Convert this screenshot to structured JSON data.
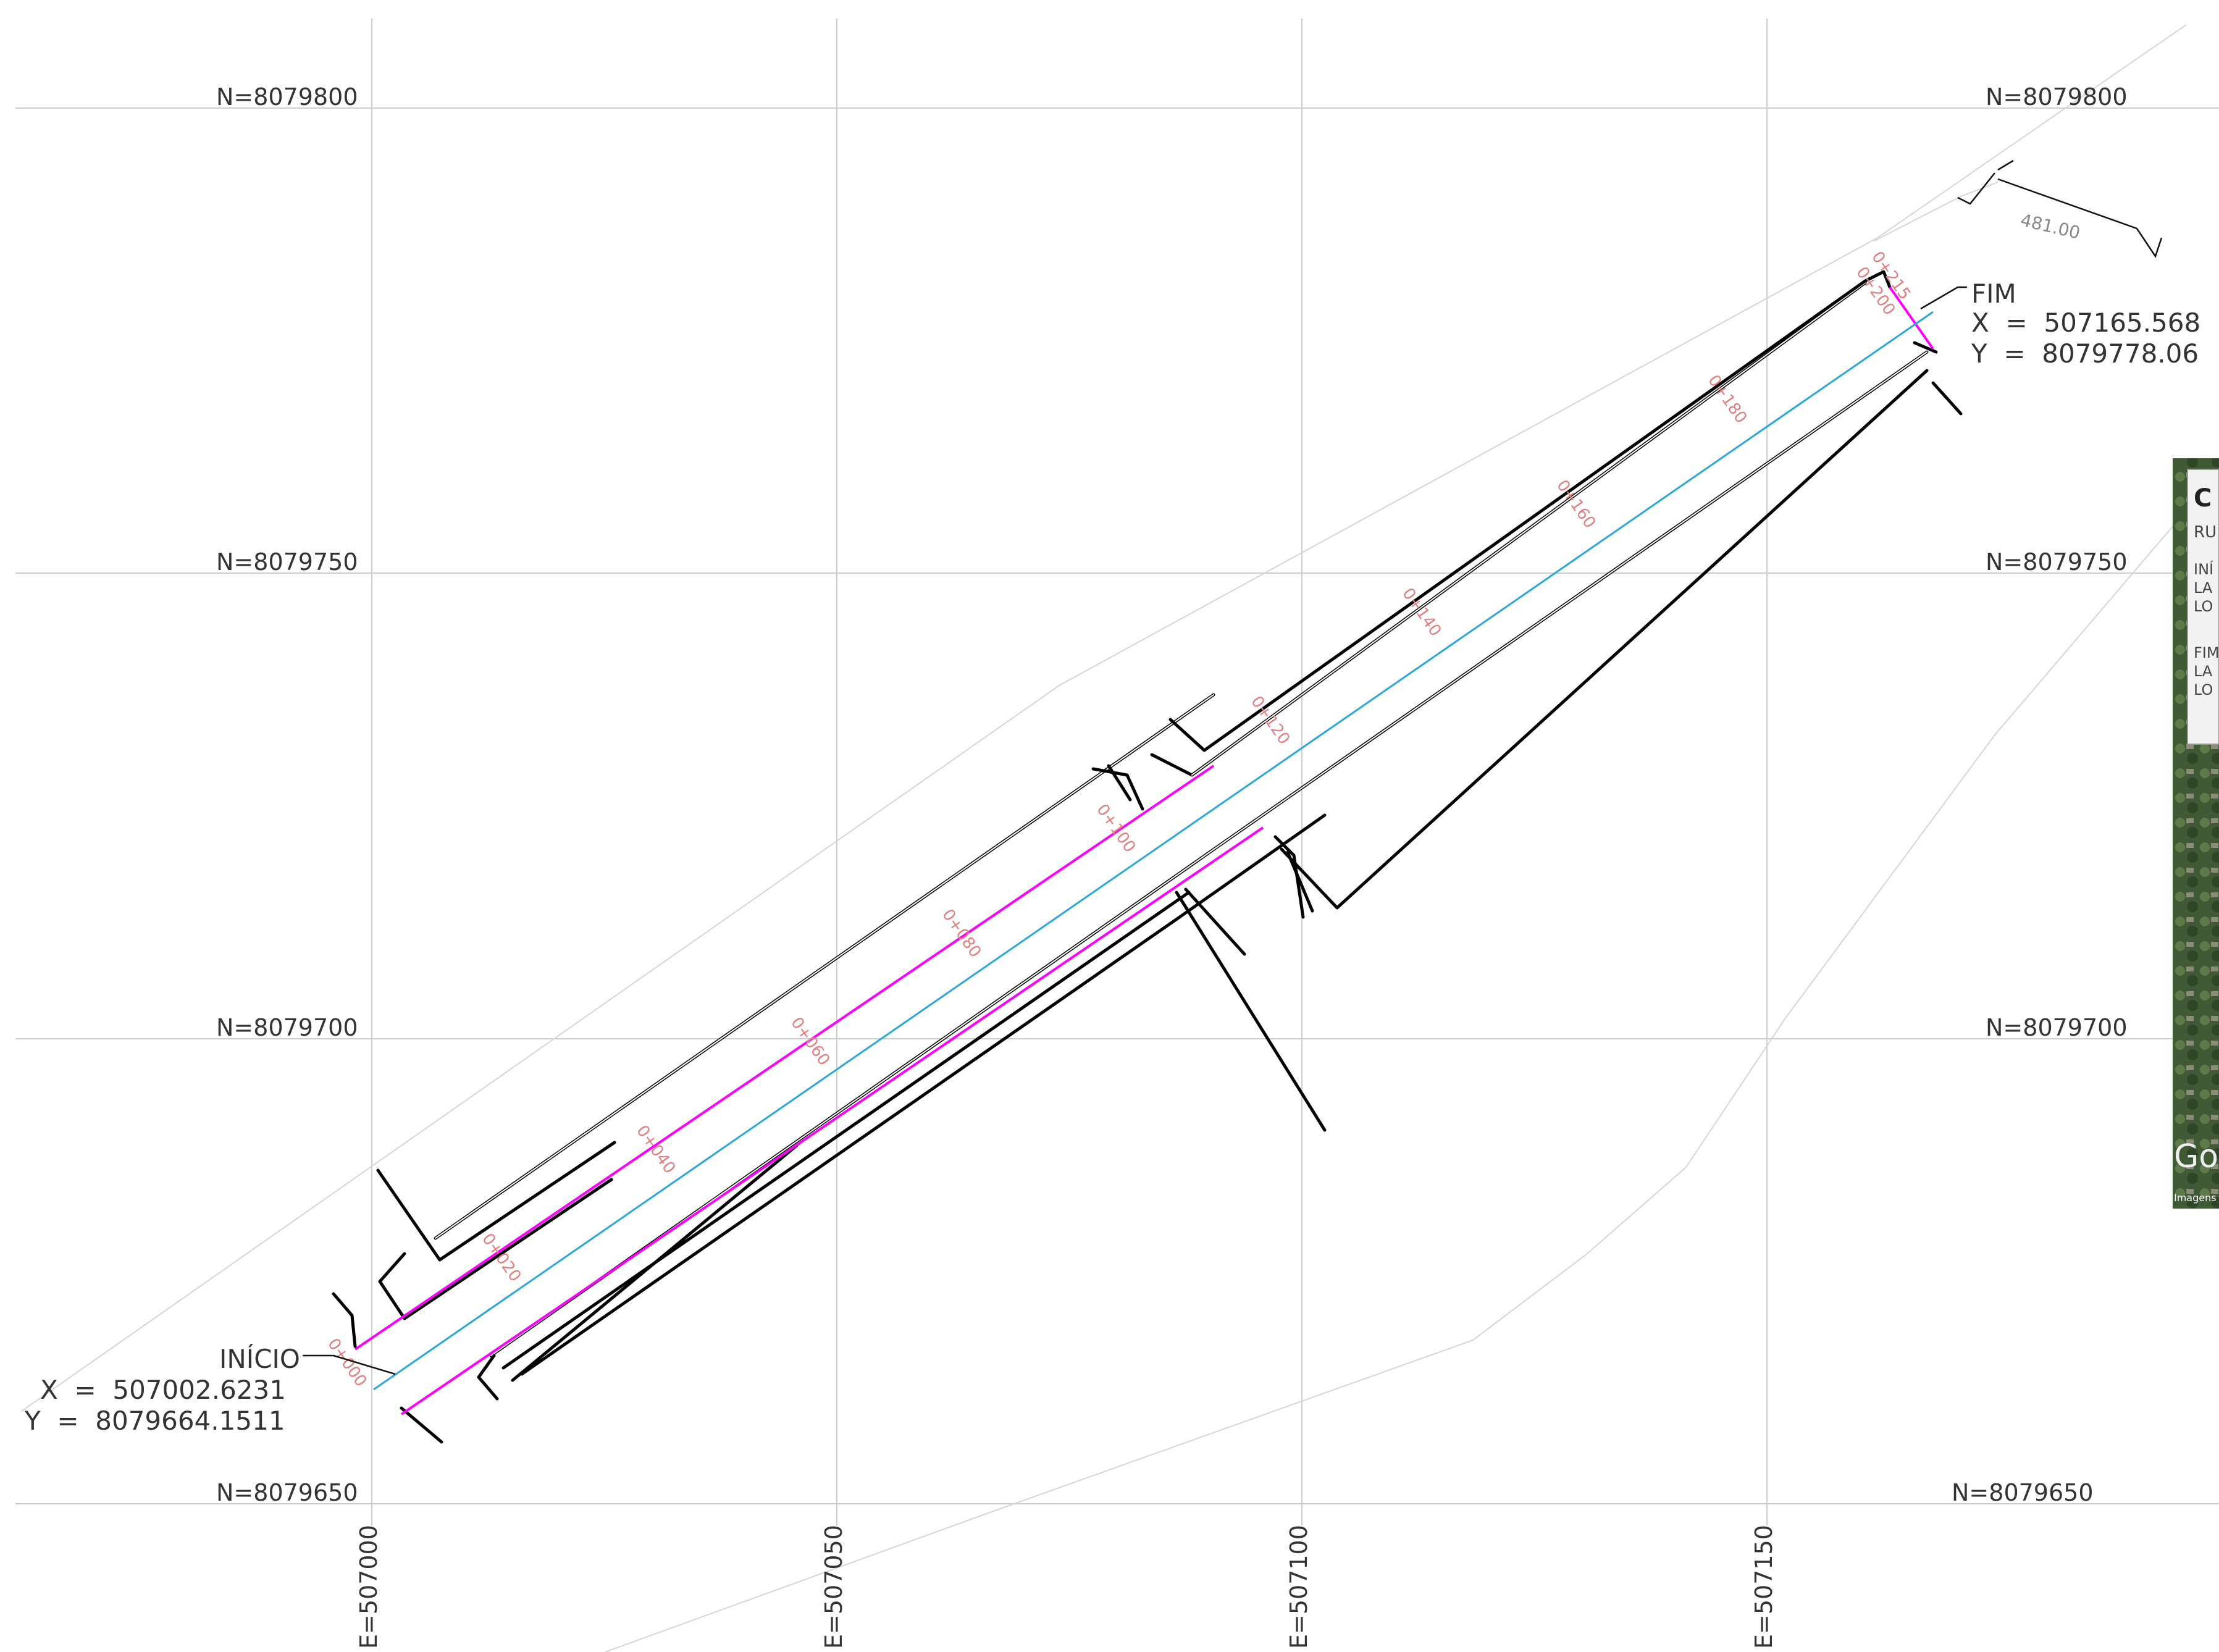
{
  "grid": {
    "north_labels": [
      "N=8079800",
      "N=8079750",
      "N=8079700",
      "N=8079650"
    ],
    "east_labels": [
      "E=507000",
      "E=507050",
      "E=507100",
      "E=507150"
    ]
  },
  "start_point": {
    "title": "INÍCIO",
    "x": "X  =  507002.6231",
    "y": "Y  =  8079664.1511"
  },
  "end_point": {
    "title": "FIM",
    "x": "X  =  507165.568",
    "y": "Y  =  8079778.06"
  },
  "dimension": "481.00",
  "stations": [
    "0+000",
    "0+020",
    "0+040",
    "0+060",
    "0+080",
    "0+100",
    "0+120",
    "0+140",
    "0+160",
    "0+180",
    "0+200",
    "0+215"
  ],
  "inset": {
    "title": "C",
    "line1": "RU",
    "line2": "INÍ",
    "line3": "LA",
    "line4": "LO",
    "line5": "FIM",
    "line6": "LA",
    "line7": "LO",
    "watermark": "Go",
    "footer": "Imagens"
  },
  "colors": {
    "centerline": "#29a8d8",
    "edge": "#ff00ff",
    "station": "#e08080",
    "grid": "#cfcfcf"
  }
}
